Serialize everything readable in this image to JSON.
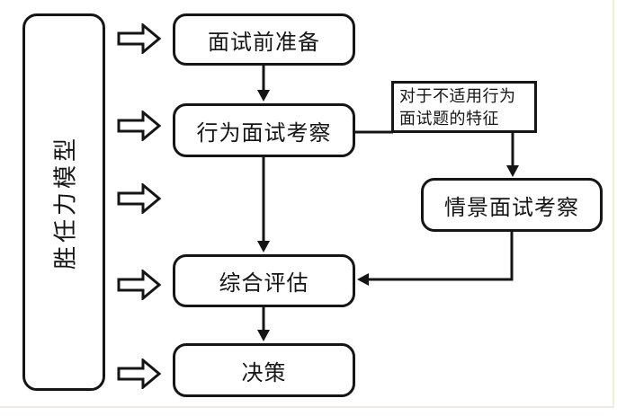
{
  "diagram": {
    "type": "flowchart",
    "left_panel": {
      "label": "胜任力模型"
    },
    "nodes": [
      {
        "id": "prep",
        "label": "面试前准备"
      },
      {
        "id": "behavioral",
        "label": "行为面试考察"
      },
      {
        "id": "situational",
        "label": "情景面试考察"
      },
      {
        "id": "evaluation",
        "label": "综合评估"
      },
      {
        "id": "decision",
        "label": "决策"
      }
    ],
    "annotation": {
      "text": "对于不适用行为面试题的特征",
      "lines": [
        "对于不适用行为",
        "面试题的特征"
      ]
    },
    "edges": [
      {
        "from": "胜任力模型",
        "to": "面试前准备",
        "style": "block-arrow"
      },
      {
        "from": "胜任力模型",
        "to": "行为面试考察",
        "style": "block-arrow"
      },
      {
        "from": "胜任力模型",
        "to": "情景面试考察",
        "style": "block-arrow"
      },
      {
        "from": "胜任力模型",
        "to": "综合评估",
        "style": "block-arrow"
      },
      {
        "from": "胜任力模型",
        "to": "决策",
        "style": "block-arrow"
      },
      {
        "from": "面试前准备",
        "to": "行为面试考察",
        "style": "arrow"
      },
      {
        "from": "行为面试考察",
        "to": "情景面试考察",
        "style": "arrow",
        "via": "对于不适用行为面试题的特征"
      },
      {
        "from": "行为面试考察",
        "to": "综合评估",
        "style": "arrow"
      },
      {
        "from": "情景面试考察",
        "to": "综合评估",
        "style": "arrow"
      },
      {
        "from": "综合评估",
        "to": "决策",
        "style": "arrow"
      }
    ],
    "colors": {
      "stroke": "#151515",
      "fill": "#ffffff",
      "background": "#ffffff",
      "frame_line": "#f1eedd"
    }
  }
}
